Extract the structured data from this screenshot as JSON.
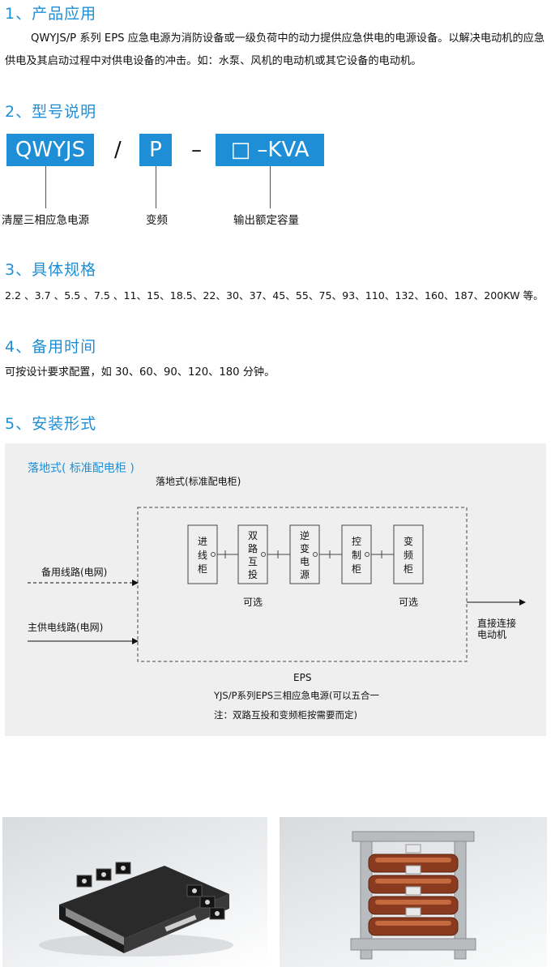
{
  "sections": {
    "s1": {
      "title": "1、产品应用",
      "body": "QWYJS/P 系列 EPS 应急电源为消防设备或一级负荷中的动力提供应急供电的电源设备。以解决电动机的应急供电及其启动过程中对供电设备的冲击。如：水泵、风机的电动机或其它设备的电动机。"
    },
    "s2": {
      "title": "2、型号说明"
    },
    "s3": {
      "title": "3、具体规格",
      "body": "2.2 、3.7 、5.5 、7.5 、11、15、18.5、22、30、37、45、55、75、93、110、132、160、187、200KW 等。"
    },
    "s4": {
      "title": "4、备用时间",
      "body": "可按设计要求配置，如 30、60、90、120、180 分钟。"
    },
    "s5": {
      "title": "5、安装形式"
    }
  },
  "model": {
    "blocks": [
      "QWYJS",
      "P",
      "□ –KVA"
    ],
    "separators": [
      "/",
      "–"
    ],
    "labels": [
      "清屋三相应急电源",
      "变频",
      "输出额定容量"
    ]
  },
  "install": {
    "subtitle": "落地式( 标准配电柜 )",
    "diagram_title": "落地式(标准配电柜)",
    "inputs": [
      "备用线路(电网)",
      "主供电线路(电网)"
    ],
    "modules": [
      "进线柜",
      "双路互投",
      "逆变电源",
      "控制柜",
      "变频柜"
    ],
    "optional_labels": [
      "可选",
      "可选"
    ],
    "output_label_line1": "直接连接",
    "output_label_line2": "电动机",
    "eps_label": "EPS",
    "caption1": "YJS/P系列EPS三相应急电源(可以五合一",
    "caption2": "注：双路互投和变频柜按需要而定)"
  },
  "colors": {
    "accent": "#1e8fd6",
    "panel_bg": "#efefef"
  }
}
